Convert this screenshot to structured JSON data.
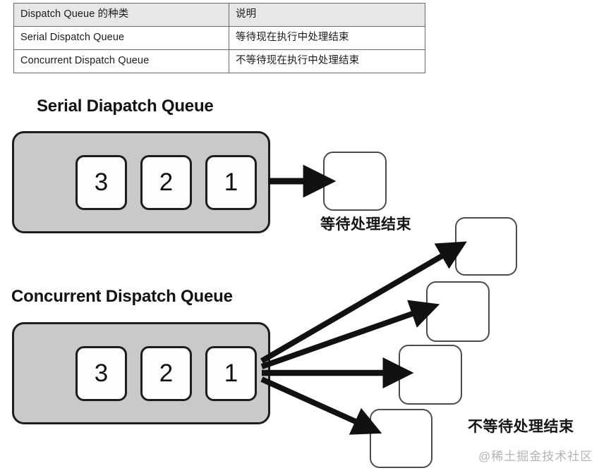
{
  "table": {
    "headers": [
      "Dispatch Queue 的种类",
      "说明"
    ],
    "rows": [
      [
        "Serial Dispatch Queue",
        "等待现在执行中处理结束"
      ],
      [
        "Concurrent Dispatch Queue",
        "不等待现在执行中处理结束"
      ]
    ]
  },
  "serial": {
    "heading": "Serial Diapatch Queue",
    "tasks": [
      "1",
      "2",
      "3"
    ],
    "caption": "等待处理结束",
    "result_count": 1
  },
  "concurrent": {
    "heading": "Concurrent Dispatch Queue",
    "tasks": [
      "1",
      "2",
      "3"
    ],
    "caption": "不等待处理结束",
    "result_count": 4
  },
  "watermark": "@稀土掘金技术社区",
  "colors": {
    "queue_fill": "#c9c9c9",
    "queue_border": "#1e1e1e",
    "task_fill": "#fdfdfd",
    "result_border": "#4c4c4c",
    "arrow": "#111111",
    "table_header_fill": "#e7e7e5",
    "watermark": "#b4b4b4",
    "page_background": "#ffffff"
  }
}
